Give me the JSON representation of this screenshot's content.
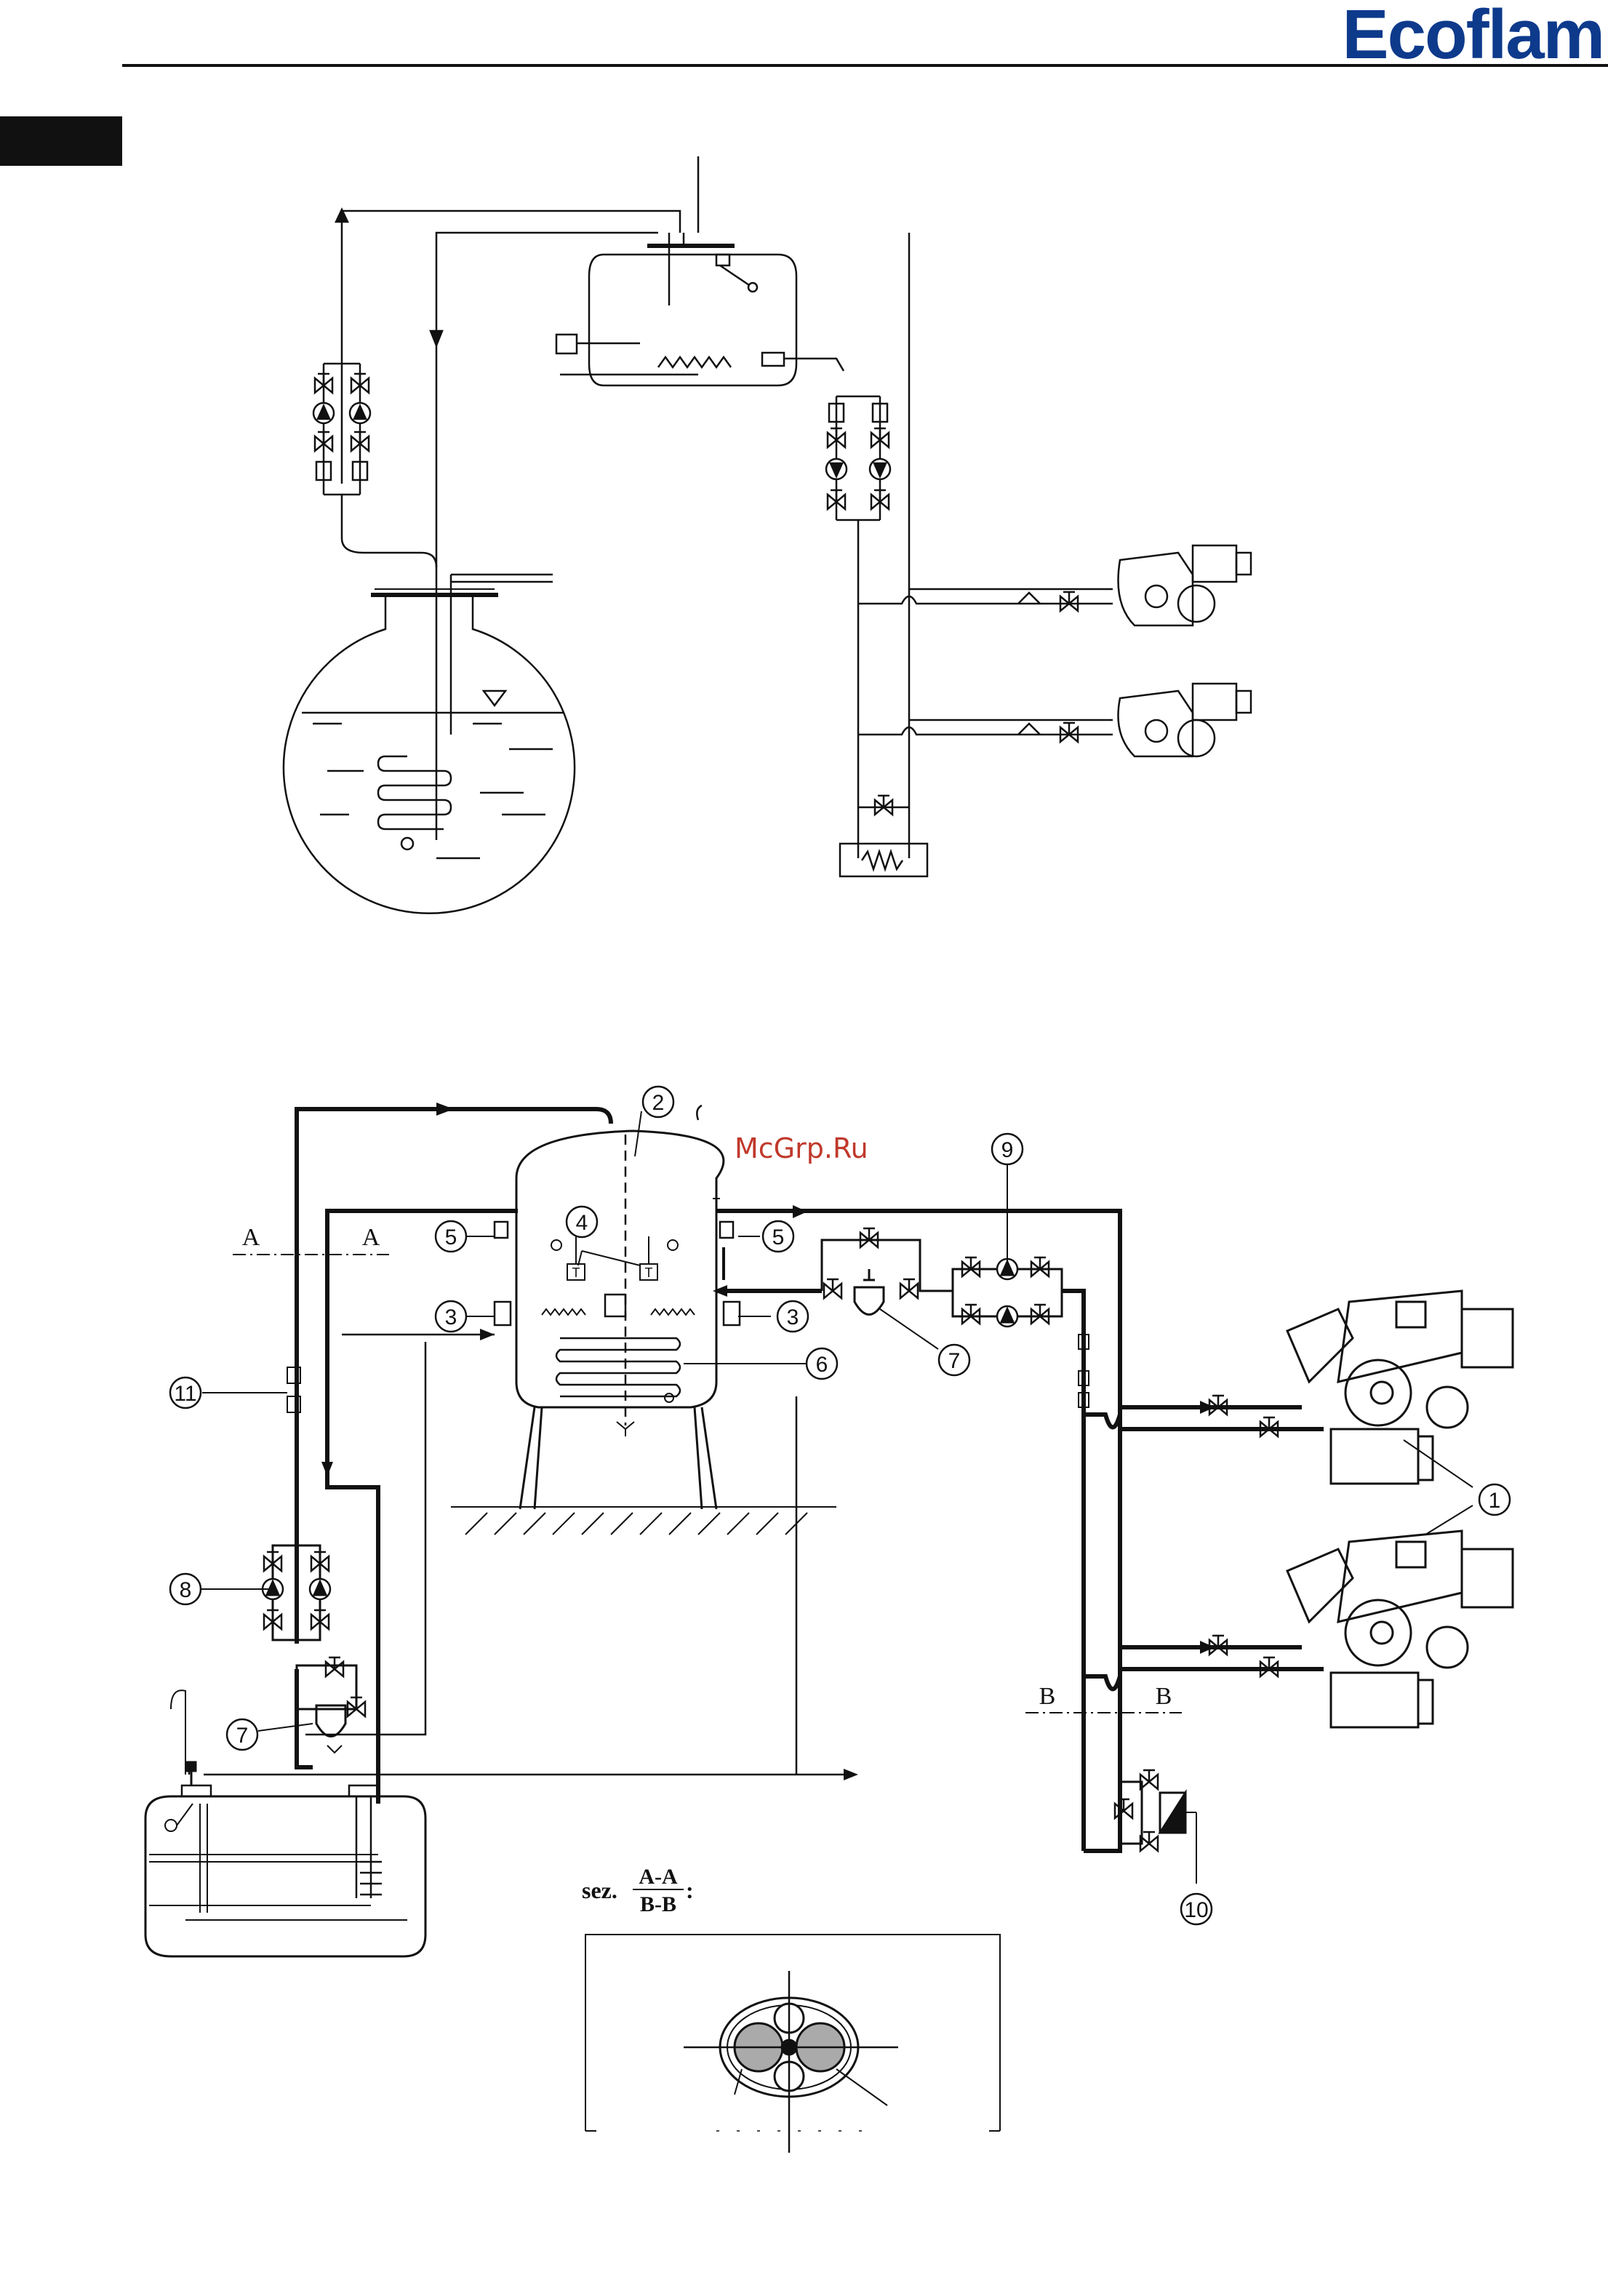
{
  "header": {
    "brand_logo": "Ecoflam",
    "brand_color": "#0e3a8c"
  },
  "watermark": {
    "text": "McGrp.Ru",
    "color": "#c0392b"
  },
  "diagram_bottom": {
    "callouts": [
      "1",
      "2",
      "3",
      "3",
      "4",
      "5",
      "5",
      "6",
      "7",
      "7",
      "8",
      "9",
      "10",
      "11"
    ],
    "section_marks": {
      "a_left": "A",
      "a_right": "A",
      "b_left": "B",
      "b_right": "B"
    },
    "section_caption": {
      "prefix": "sez.",
      "top": "A-A",
      "bottom": "B-B",
      "suffix": ":"
    },
    "thermostat_marks": [
      "T",
      "T"
    ]
  },
  "icons": [
    "pump-icon",
    "valve-icon",
    "filter-icon",
    "burner-icon",
    "tank-icon",
    "heater-coil-icon",
    "check-valve-icon"
  ]
}
